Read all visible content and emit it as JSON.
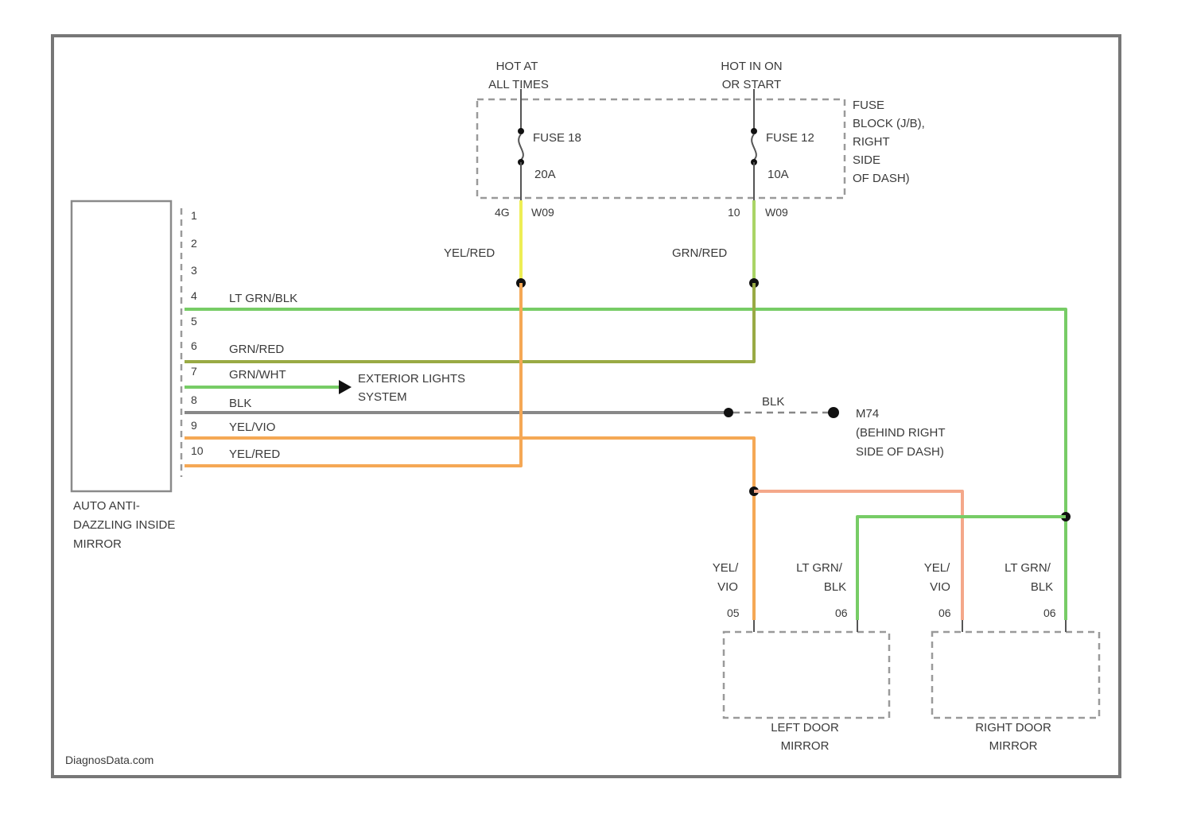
{
  "colors": {
    "frame": "#777777",
    "wire_green": "#77cc66",
    "wire_olive": "#99aa44",
    "wire_orange": "#f5a855",
    "wire_salmon": "#f4a88a",
    "wire_gray": "#888888",
    "wire_yellow": "#eeee55",
    "node": "#111111"
  },
  "power": {
    "hot_at_all_times": [
      "HOT AT",
      "ALL TIMES"
    ],
    "hot_in_run": [
      "HOT IN ON",
      "OR START"
    ],
    "fuse_a": "FUSE 18",
    "fuse_a_rating": "20A",
    "fuse_b": "FUSE 12",
    "fuse_b_rating": "10A",
    "fuse_block": [
      "FUSE",
      "BLOCK (J/B),",
      "RIGHT",
      "SIDE",
      "OF DASH)"
    ],
    "pin_a": "4G",
    "conn_a": "W09",
    "pin_b": "10",
    "conn_b": "W09"
  },
  "wires": {
    "yel_red_top": "YEL/RED",
    "grn_red_top": "GRN/RED",
    "lt_grn_blk": "LT GRN/BLK",
    "grn_red": "GRN/RED",
    "grn_wht": "GRN/WHT",
    "blk": "BLK",
    "blk_g": "BLK",
    "yel_vio": "YEL/VIO",
    "yel_red": "YEL/RED"
  },
  "mirror": {
    "pins": [
      "1",
      "2",
      "3",
      "4",
      "5",
      "6",
      "7",
      "8",
      "9",
      "10"
    ],
    "label": [
      "AUTO ANTI-",
      "DAZZLING INSIDE",
      "MIRROR"
    ]
  },
  "exterior_lights": [
    "EXTERIOR LIGHTS",
    "SYSTEM"
  ],
  "ground": {
    "id": "M74",
    "desc": [
      "(BEHIND RIGHT",
      "SIDE OF DASH)"
    ]
  },
  "doors": {
    "left_yel": [
      "YEL/",
      "VIO"
    ],
    "left_grn": [
      "LT GRN/",
      "BLK"
    ],
    "right_yel": [
      "YEL/",
      "VIO"
    ],
    "right_grn": [
      "LT GRN/",
      "BLK"
    ],
    "left_pin_a": "05",
    "left_pin_b": "06",
    "right_pin_a": "06",
    "right_pin_b": "06",
    "left_label": [
      "LEFT DOOR",
      "MIRROR"
    ],
    "right_label": [
      "RIGHT DOOR",
      "MIRROR"
    ]
  },
  "watermark": "DiagnosData.com"
}
